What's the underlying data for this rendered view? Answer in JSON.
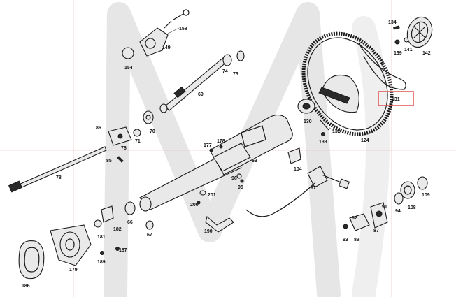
{
  "diagram": {
    "highlight_color": "#e05555",
    "highlighted_part": "131",
    "watermark_letter": "M",
    "part_labels": [
      "158",
      "149",
      "154",
      "74",
      "73",
      "69",
      "70",
      "86",
      "76",
      "71",
      "85",
      "78",
      "177",
      "178",
      "63",
      "95",
      "96",
      "201",
      "200",
      "190",
      "181",
      "182",
      "66",
      "67",
      "189",
      "187",
      "179",
      "186",
      "130",
      "132",
      "133",
      "124",
      "134",
      "139",
      "141",
      "142",
      "131",
      "104",
      "97",
      "93",
      "89",
      "92",
      "87",
      "91",
      "94",
      "108",
      "109"
    ]
  }
}
